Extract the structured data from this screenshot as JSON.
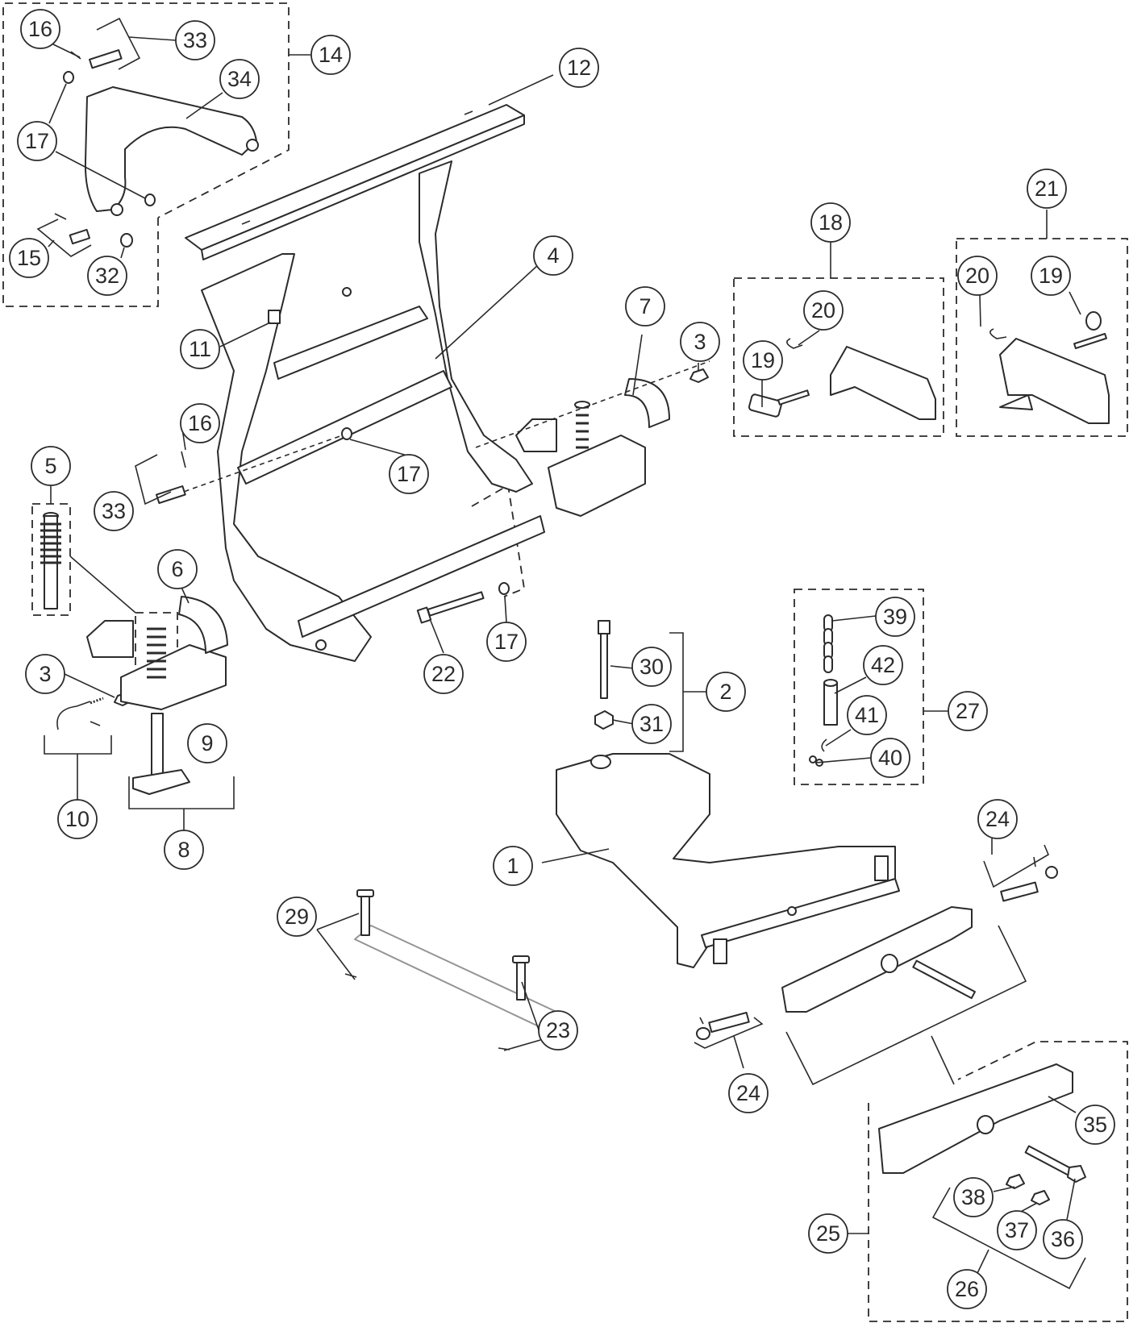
{
  "diagram": {
    "type": "exploded-parts-diagram",
    "callouts": [
      {
        "id": "c16a",
        "label": "16"
      },
      {
        "id": "c33a",
        "label": "33"
      },
      {
        "id": "c14",
        "label": "14"
      },
      {
        "id": "c34",
        "label": "34"
      },
      {
        "id": "c17a",
        "label": "17"
      },
      {
        "id": "c12",
        "label": "12"
      },
      {
        "id": "c15",
        "label": "15"
      },
      {
        "id": "c32",
        "label": "32"
      },
      {
        "id": "c4",
        "label": "4"
      },
      {
        "id": "c18",
        "label": "18"
      },
      {
        "id": "c21",
        "label": "21"
      },
      {
        "id": "c20a",
        "label": "20"
      },
      {
        "id": "c19a",
        "label": "19"
      },
      {
        "id": "c20b",
        "label": "20"
      },
      {
        "id": "c19b",
        "label": "19"
      },
      {
        "id": "c7",
        "label": "7"
      },
      {
        "id": "c3a",
        "label": "3"
      },
      {
        "id": "c11",
        "label": "11"
      },
      {
        "id": "c16b",
        "label": "16"
      },
      {
        "id": "c5",
        "label": "5"
      },
      {
        "id": "c17b",
        "label": "17"
      },
      {
        "id": "c33b",
        "label": "33"
      },
      {
        "id": "c6",
        "label": "6"
      },
      {
        "id": "c39",
        "label": "39"
      },
      {
        "id": "c42",
        "label": "42"
      },
      {
        "id": "c22",
        "label": "22"
      },
      {
        "id": "c17c",
        "label": "17"
      },
      {
        "id": "c30",
        "label": "30"
      },
      {
        "id": "c3b",
        "label": "3"
      },
      {
        "id": "c2",
        "label": "2"
      },
      {
        "id": "c27",
        "label": "27"
      },
      {
        "id": "c41",
        "label": "41"
      },
      {
        "id": "c31",
        "label": "31"
      },
      {
        "id": "c9",
        "label": "9"
      },
      {
        "id": "c40",
        "label": "40"
      },
      {
        "id": "c24a",
        "label": "24"
      },
      {
        "id": "c10",
        "label": "10"
      },
      {
        "id": "c8",
        "label": "8"
      },
      {
        "id": "c1",
        "label": "1"
      },
      {
        "id": "c29",
        "label": "29"
      },
      {
        "id": "c23",
        "label": "23"
      },
      {
        "id": "c24b",
        "label": "24"
      },
      {
        "id": "c35",
        "label": "35"
      },
      {
        "id": "c38",
        "label": "38"
      },
      {
        "id": "c37",
        "label": "37"
      },
      {
        "id": "c36",
        "label": "36"
      },
      {
        "id": "c25",
        "label": "25"
      },
      {
        "id": "c26",
        "label": "26"
      }
    ]
  }
}
